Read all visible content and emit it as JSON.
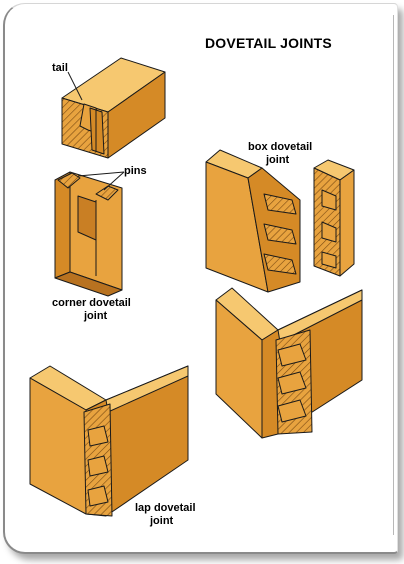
{
  "title": "DOVETAIL JOINTS",
  "labels": {
    "tail": "tail",
    "pins": "pins",
    "corner_line1": "corner dovetail",
    "corner_line2": "joint",
    "box_line1": "box dovetail",
    "box_line2": "joint",
    "lap_line1": "lap dovetail",
    "lap_line2": "joint"
  },
  "colors": {
    "wood_front": "#e8a33f",
    "wood_top": "#f6c870",
    "wood_side": "#d58a26",
    "outline": "#1a1a1a",
    "hatch": "#7a4a12"
  }
}
